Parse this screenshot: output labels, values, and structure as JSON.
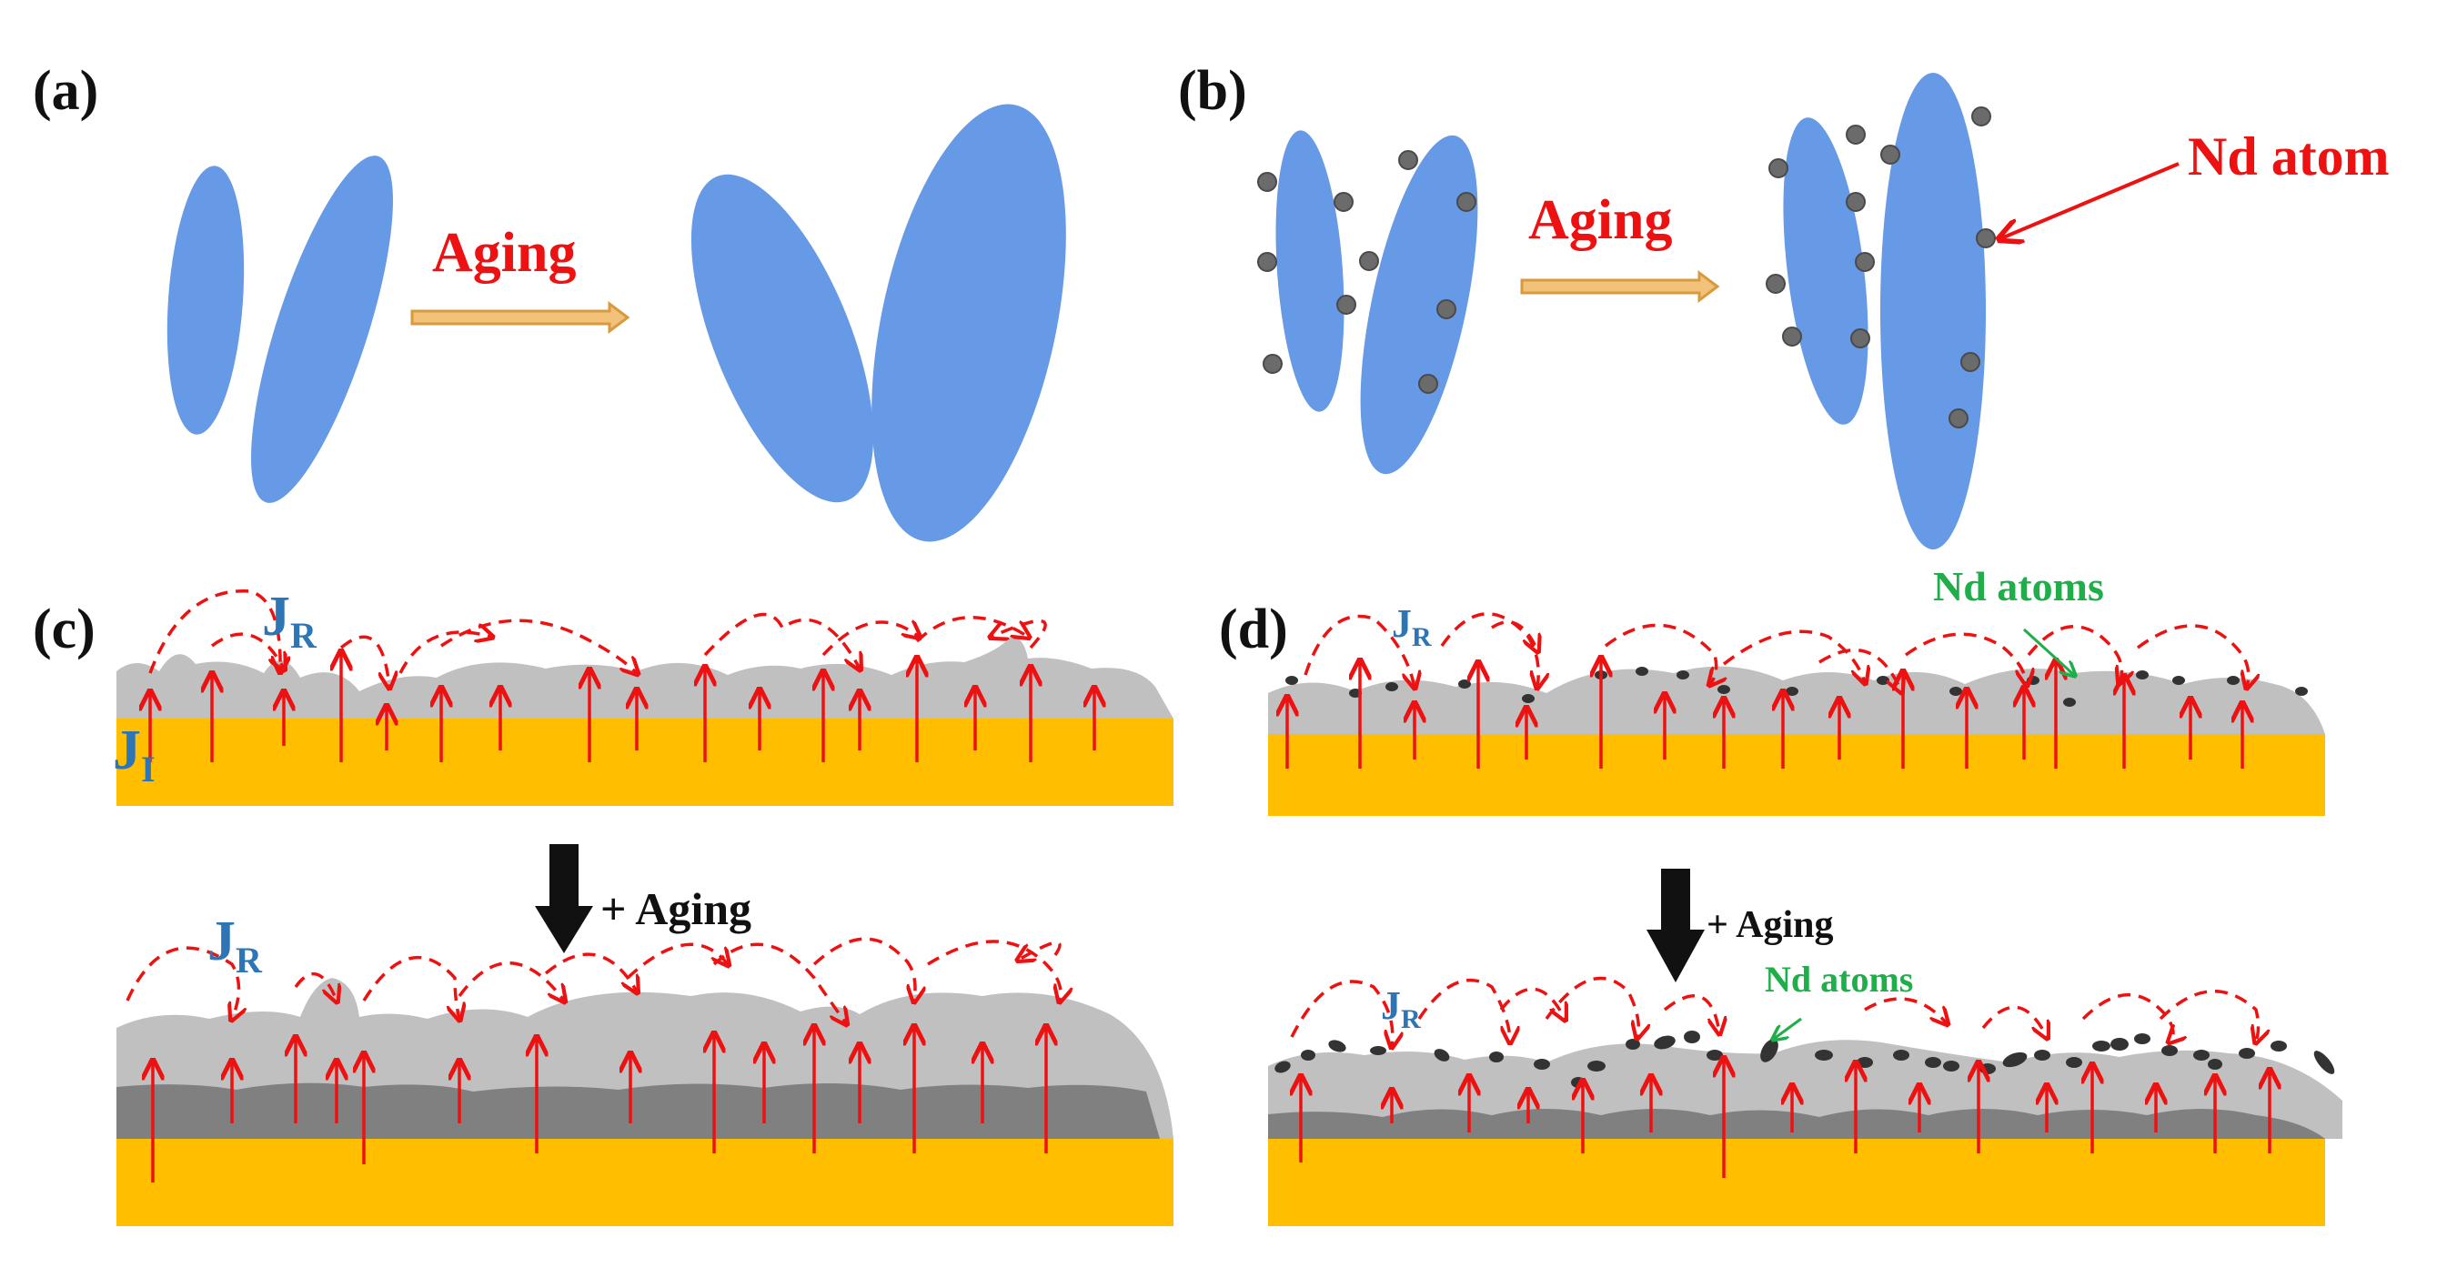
{
  "panels": {
    "a": {
      "label": "(a)",
      "arrow_text": "Aging"
    },
    "b": {
      "label": "(b)",
      "arrow_text": "Aging",
      "callout": "Nd atom"
    },
    "c": {
      "label": "(c)",
      "reflux_label": "J",
      "reflux_sub": "R",
      "injection_label": "J",
      "injection_sub": "I",
      "step_text": "+ Aging",
      "reflux_label_after": "J",
      "reflux_sub_after": "R"
    },
    "d": {
      "label": "(d)",
      "reflux_label": "J",
      "reflux_sub": "R",
      "atoms_label": "Nd atoms",
      "step_text": "+ Aging",
      "atoms_label_after": "Nd atoms",
      "reflux_label_after": "J",
      "reflux_sub_after": "R"
    }
  },
  "colors": {
    "grain_blue": "#6699e6",
    "substrate_gold": "#ffbf00",
    "deposit_light": "#c0c0c0",
    "deposit_dark": "#808080",
    "arrow_red": "#ee1111",
    "label_blue": "#2e75b6",
    "label_green": "#1fae4a",
    "nd_atom": "#5a5a5a",
    "aging_arrow_fill": "#f3c27a"
  }
}
